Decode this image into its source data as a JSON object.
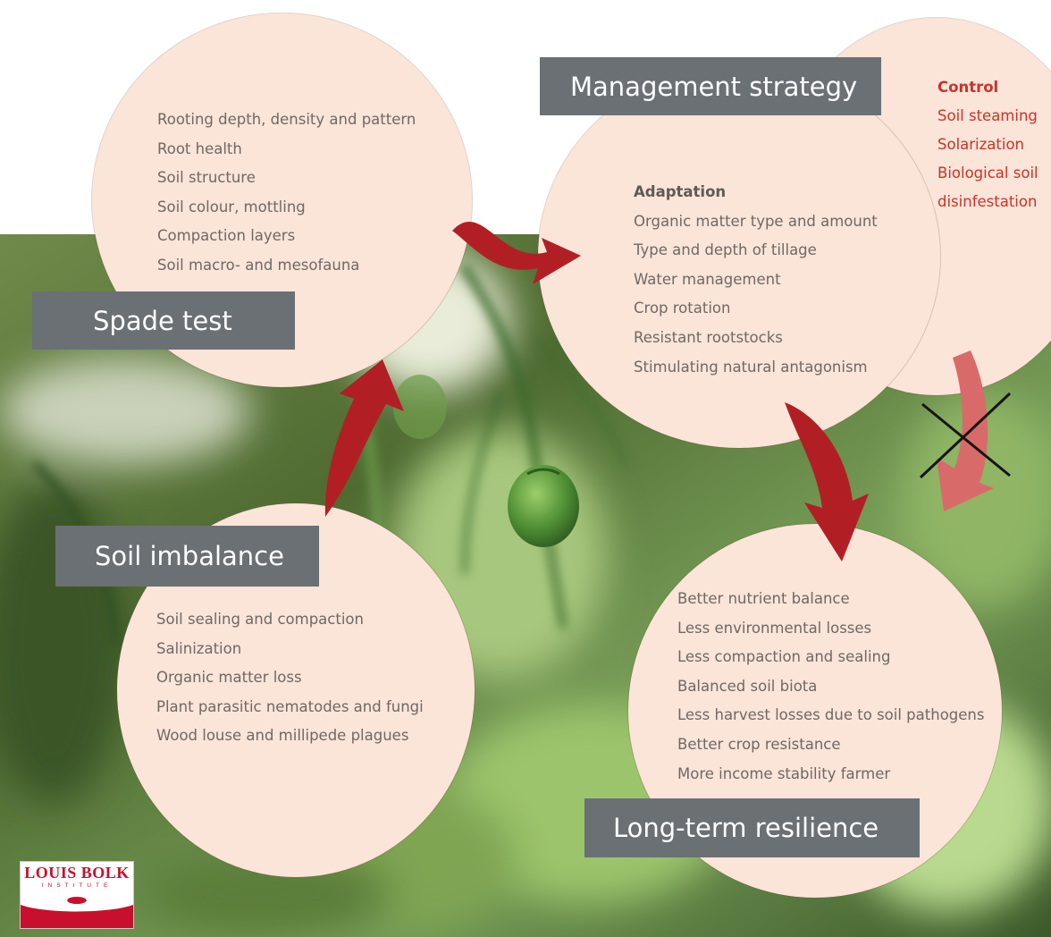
{
  "spade_test": {
    "label": "Spade test",
    "items": [
      "Rooting depth, density and pattern",
      "Root health",
      "Soil structure",
      "Soil colour, mottling",
      "Compaction layers",
      "Soil macro- and mesofauna"
    ]
  },
  "management_strategy": {
    "label": "Management strategy",
    "heading": "Adaptation",
    "items": [
      "Organic matter type and amount",
      "Type and depth of tillage",
      "Water management",
      "Crop rotation",
      "Resistant rootstocks",
      "Stimulating natural antagonism"
    ]
  },
  "control": {
    "heading": "Control",
    "items": [
      "Soil steaming",
      "Solarization",
      "Biological soil",
      "disinfestation"
    ]
  },
  "soil_imbalance": {
    "label": "Soil imbalance",
    "items": [
      "Soil sealing and compaction",
      "Salinization",
      "Organic matter loss",
      "Plant parasitic nematodes and fungi",
      "Wood louse and millipede plagues"
    ]
  },
  "long_term_resilience": {
    "label": "Long-term resilience",
    "items": [
      "Better nutrient balance",
      "Less environmental losses",
      "Less compaction and sealing",
      "Balanced soil biota",
      "Less harvest losses due to soil pathogens",
      "Better crop resistance",
      "More income stability farmer"
    ]
  },
  "logo": {
    "name": "LOUIS BOLK",
    "subtitle": "INSTITUTE"
  },
  "colors": {
    "circle_fill": "#fbe4d8",
    "label_box": "#6b7075",
    "arrow_red": "#b11f24",
    "arrow_faded": "#d96a6a",
    "control_text": "#c8342a",
    "body_text": "#6e6965"
  }
}
